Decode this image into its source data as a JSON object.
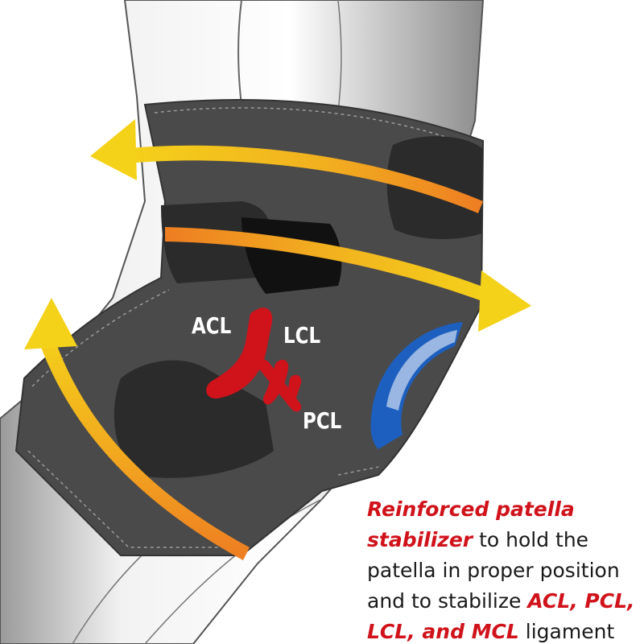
{
  "labels": {
    "acl": "ACL",
    "lcl": "LCL",
    "pcl": "PCL"
  },
  "caption": {
    "line1_hl": "Reinforced patella",
    "line2_hl": "stabilizer",
    "line2_text": " to hold the",
    "line3_text": "patella in proper position",
    "line4_text": "and to stabilize ",
    "line4_hl": "ACL, PCL,",
    "line5_hl": "LCL, and MCL",
    "line5_text": " ligament"
  },
  "colors": {
    "highlight": "#d0121b",
    "ligament": "#d0121b",
    "brace": "#4a4a4a",
    "strap": "#2b2b2b",
    "arrow_start": "#f4d21a",
    "arrow_end": "#ee7d22",
    "stabilizer_ring": "#1d5fbf"
  }
}
